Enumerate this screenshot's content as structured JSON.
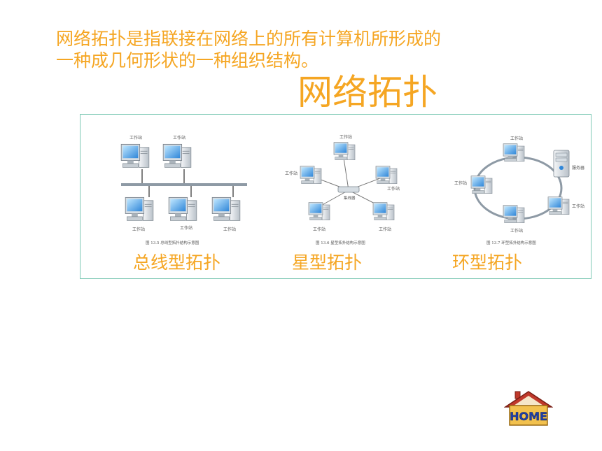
{
  "intro": {
    "line1": "网络拓扑是指联接在网络上的所有计算机所形成的",
    "line2": "一种成几何形状的一种组织结构。"
  },
  "title": "网络拓扑",
  "panel": {
    "bus": {
      "label": "总线型拓扑",
      "caption": "图 13.5   总线型拓扑结构示意图",
      "node_label": "工作站"
    },
    "star": {
      "label": "星型拓扑",
      "caption": "图 13.6   星型拓扑结构示意图",
      "node_label": "工作站",
      "hub_label": "集线器"
    },
    "ring": {
      "label": "环型拓扑",
      "caption": "图 13.7   环型拓扑结构示意图",
      "node_label": "工作站",
      "server_label": "服务器"
    }
  },
  "home_button": {
    "label": "HOME"
  },
  "colors": {
    "accent": "#F5A623",
    "panel_border": "#7fc9b5",
    "home_roof": "#c0392b",
    "home_wall": "#f2c14e",
    "home_text": "#1f3fa8"
  }
}
